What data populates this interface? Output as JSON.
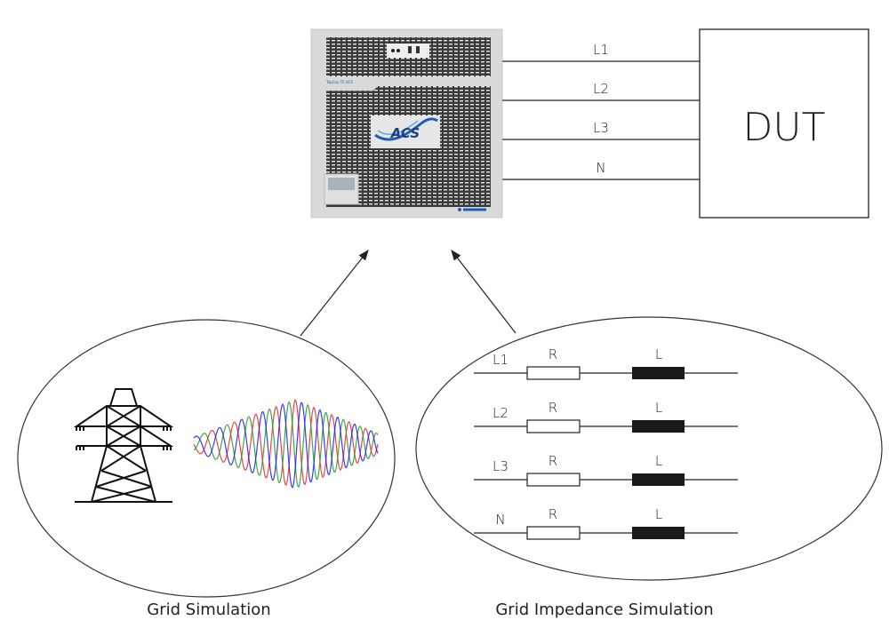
{
  "device": {
    "logo_text": "ACS",
    "brand_color": "#1a5fb4",
    "face_color": "#d9d9d9"
  },
  "output_lines": [
    "L1",
    "L2",
    "L3",
    "N"
  ],
  "dut": {
    "label": "DUT"
  },
  "grid_simulation": {
    "caption": "Grid Simulation",
    "icons": [
      "power-tower-icon",
      "three-phase-waveform-icon"
    ],
    "phase_colors": [
      "#e8262a",
      "#1e9a2a",
      "#1a1aee"
    ]
  },
  "grid_impedance": {
    "caption": "Grid Impedance Simulation",
    "rows": [
      {
        "line": "L1",
        "resistor": "R",
        "inductor": "L"
      },
      {
        "line": "L2",
        "resistor": "R",
        "inductor": "L"
      },
      {
        "line": "L3",
        "resistor": "R",
        "inductor": "L"
      },
      {
        "line": "N",
        "resistor": "R",
        "inductor": "L"
      }
    ]
  }
}
